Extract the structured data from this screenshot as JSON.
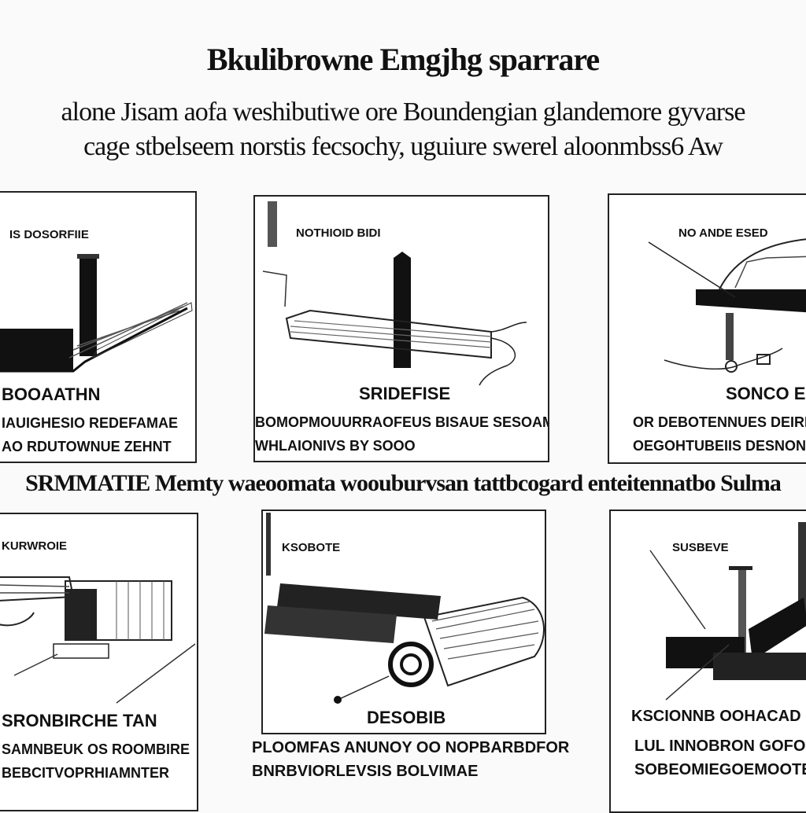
{
  "title": "Bkulibrowne Emgjhg sparrare",
  "intro": {
    "line1": "alone Jisam aofa weshibutiwe ore Boundengian glandemore gyvarse",
    "line2": "cage stbelseem norstis fecsochy, uguiure swerel aloonmbss6 Aw"
  },
  "mid_caption": "SRMMATIE Memty waeoomata woouburvsan tattbcogard enteitennatbo Sulma",
  "panels": [
    {
      "label": "IS DOSORFIIE",
      "caption": "BOOAATHN",
      "desc": [
        "IAUIGHESIO REDEFAMAE",
        "AO RDUTOWNUE ZEHNT"
      ]
    },
    {
      "label": "NOTHIOID BIDI",
      "caption": "SRIDEFISE",
      "desc": [
        "BOMOPMOUURRAOFEUS BISAUE SESOAMY",
        "WHLAIONIVS BY SOOO"
      ]
    },
    {
      "label": "NO ANDE ESED",
      "caption": "SONCO E",
      "desc": [
        "OR DEBOTENNUES DEIRIE",
        "OEGOHTUBEIIS DESNONE"
      ]
    },
    {
      "label": "KURWROIE",
      "caption": "SRONBIRCHE TAN",
      "desc": [
        "SAMNBEUK OS ROOMBIRE",
        "BEBCITVOPRHIAMNTER"
      ]
    },
    {
      "label": "KSOBOTE",
      "caption": "DESOBIB",
      "desc": [
        "PLOOMFAS ANUNOY OO NOPBARBDFOR",
        "BNRBVIORLEVSIS BOLVIMAE"
      ]
    },
    {
      "label": "SUSBEVE",
      "caption": "KSCIONNB OOHACAD IN",
      "desc": [
        "LUL INNOBRON GOFOO",
        "SOBEOMIEGOEMOOTE"
      ]
    }
  ]
}
